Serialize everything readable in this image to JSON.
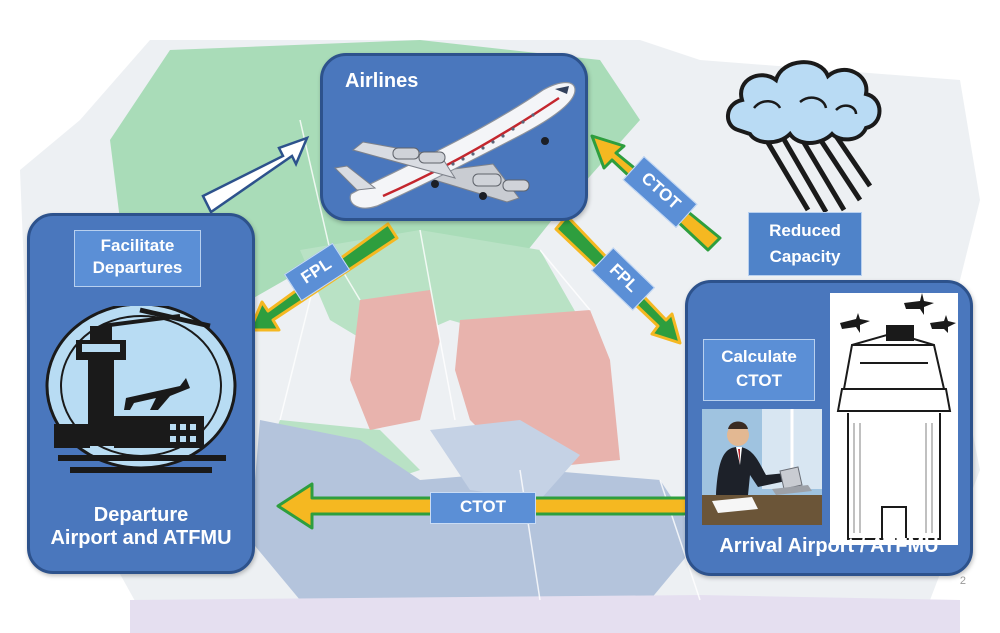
{
  "boxes": {
    "airlines": {
      "title": "Airlines"
    },
    "departure": {
      "label": "Facilitate\nDepartures",
      "title": "Departure\nAirport and ATFMU"
    },
    "arrival": {
      "label": "Calculate\nCTOT",
      "title": "Arrival Airport / ATFMU"
    }
  },
  "weather": {
    "label": "Reduced\nCapacity"
  },
  "arrows": {
    "fpl_left": "FPL",
    "fpl_right": "FPL",
    "ctot_top": "CTOT",
    "ctot_bottom": "CTOT"
  },
  "page_number": "2",
  "colors": {
    "box_fill": "#4a77bd",
    "label_fill": "#5b8fd6",
    "arrow_green": "#2e9e3e",
    "arrow_yellow": "#f5b821",
    "map_green": "#a9dcb8",
    "map_red": "#e8b3ad",
    "map_blue": "#b4c4dc"
  },
  "icons": [
    "airplane-icon",
    "storm-cloud-icon",
    "control-tower-icon",
    "businessman-icon",
    "sketch-tower-icon"
  ]
}
